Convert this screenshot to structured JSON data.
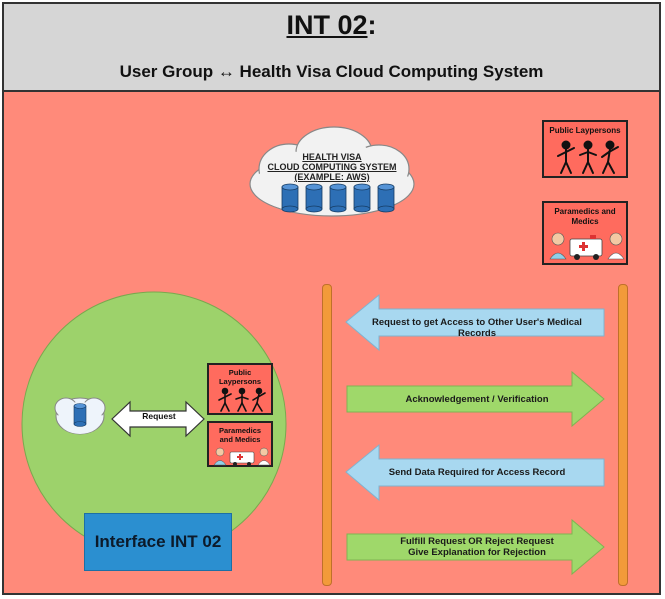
{
  "header": {
    "title": "INT 02",
    "title_suffix": ":",
    "subtitle": "User Group ↔ Health Visa Cloud Computing System"
  },
  "cloud": {
    "line1": "HEALTH VISA",
    "line2": "CLOUD COMPUTING SYSTEM",
    "line3": "(EXAMPLE: AWS)"
  },
  "groups": {
    "public_laypersons": "Public Laypersons",
    "paramedics_line1": "Paramedics and",
    "paramedics_line2": "Medics",
    "small_public_line1": "Public",
    "small_public_line2": "Laypersons",
    "small_paramedics_line1": "Paramedics",
    "small_paramedics_line2": "and Medics"
  },
  "request_label": "Request",
  "interface_label": "Interface INT 02",
  "arrows": [
    {
      "direction": "left",
      "color": "blue",
      "text": "Request to get Access to Other User's Medical Records"
    },
    {
      "direction": "right",
      "color": "green",
      "text": "Acknowledgement / Verification"
    },
    {
      "direction": "left",
      "color": "blue",
      "text": "Send Data Required for Access Record"
    },
    {
      "direction": "right",
      "color": "green",
      "text_line1": "Fulfill Request OR Reject Request",
      "text_line2": "Give Explanation for Rejection"
    }
  ],
  "colors": {
    "background": "#ff8a7a",
    "header": "#d6d6d6",
    "circle": "#9dd26b",
    "arrow_blue": "#a8d8f0",
    "arrow_green": "#9fd86a",
    "bar": "#f29a3a",
    "interface": "#2b8fd0"
  }
}
